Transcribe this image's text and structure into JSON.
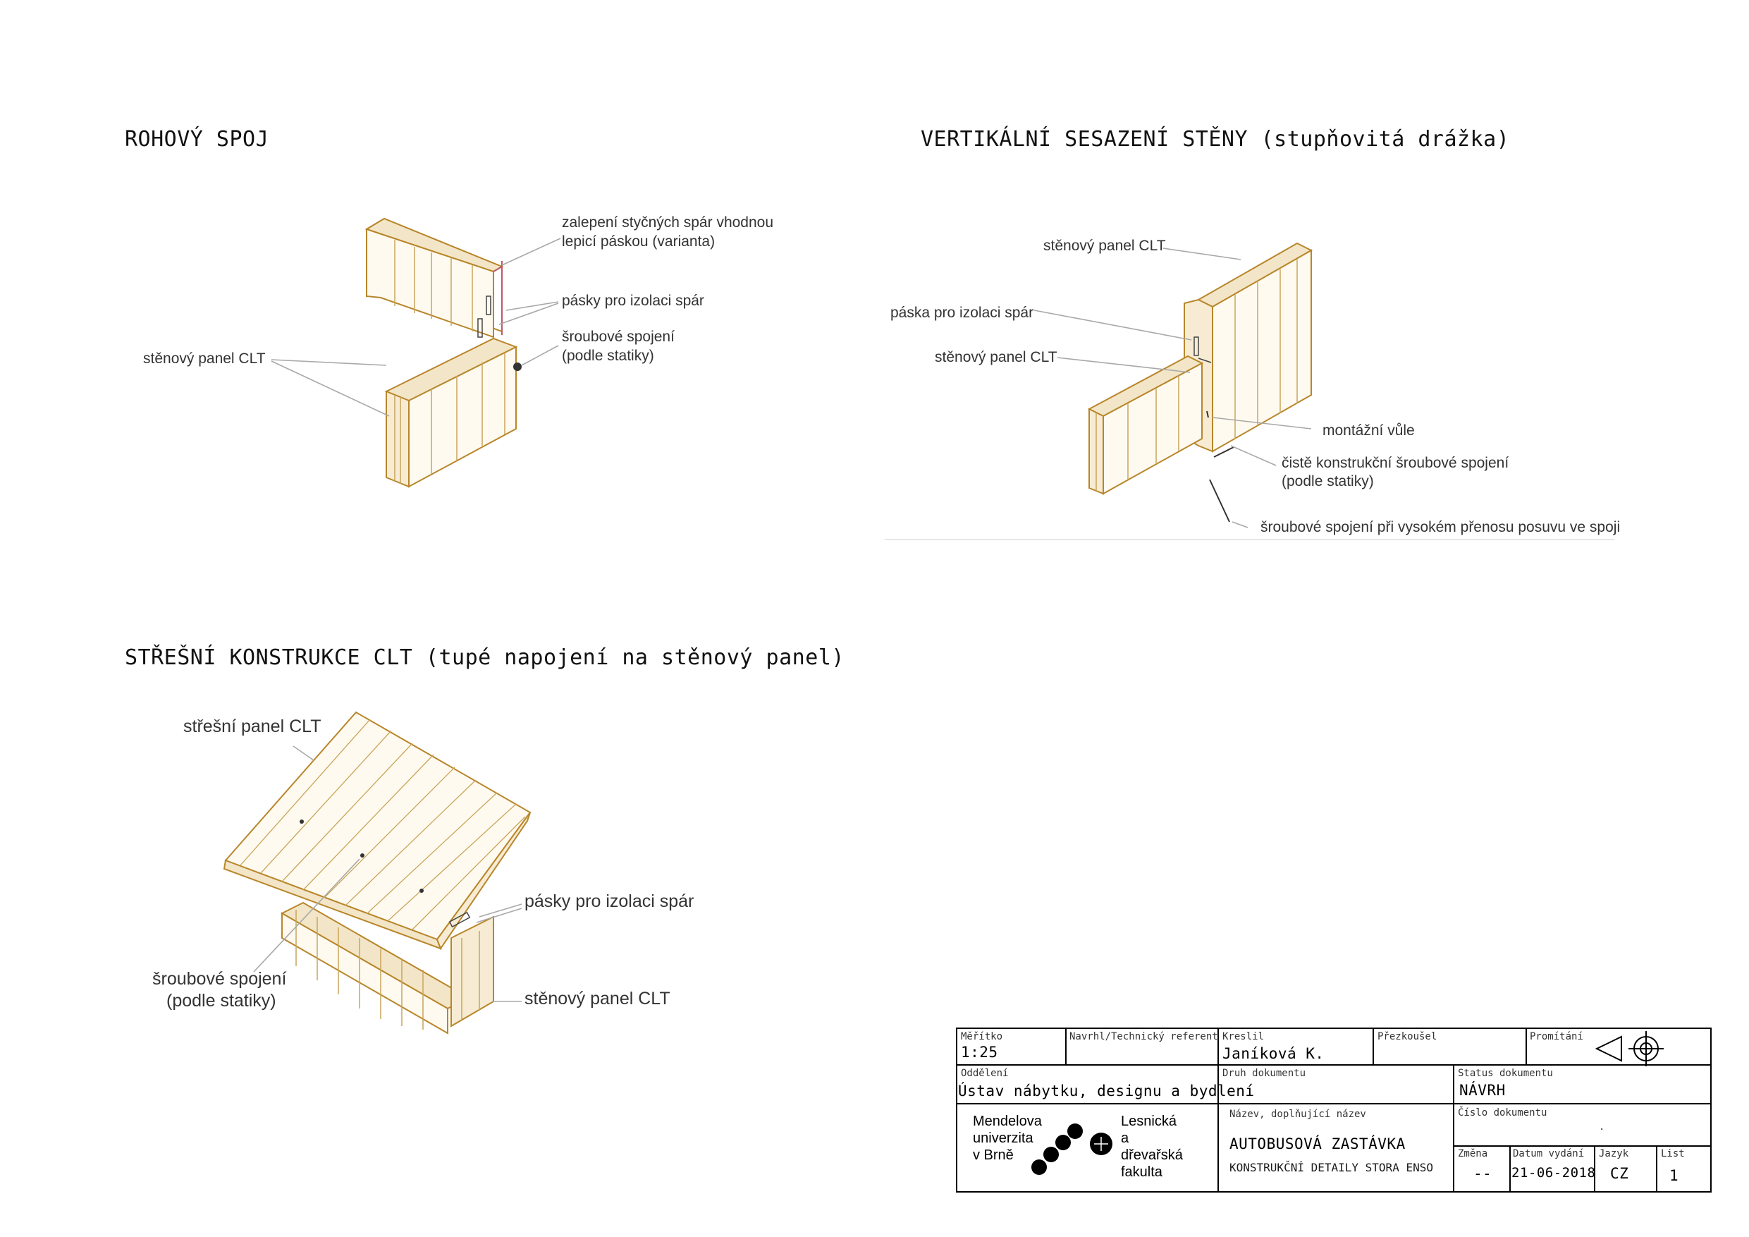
{
  "sections": {
    "corner": {
      "title": "ROHOVÝ SPOJ",
      "labels": {
        "tape_glue_1": "zalepení styčných spár vhodnou",
        "tape_glue_2": "lepicí páskou (varianta)",
        "strips": "pásky pro izolaci spár",
        "screw_1": "šroubové spojení",
        "screw_2": "(podle statiky)",
        "panel": "stěnový panel CLT"
      }
    },
    "vertical": {
      "title": "VERTIKÁLNÍ SESAZENÍ STĚNY (stupňovitá drážka)",
      "labels": {
        "panel_top": "stěnový panel CLT",
        "strip": "páska pro izolaci spár",
        "panel_left": "stěnový panel CLT",
        "clearance": "montážní vůle",
        "screw_1": "čistě konstrukční šroubové spojení",
        "screw_2": "(podle statiky)",
        "screw_high": "šroubové spojení při vysokém přenosu posuvu ve spoji"
      }
    },
    "roof": {
      "title": "STŘEŠNÍ KONSTRUKCE CLT (tupé napojení na stěnový panel)",
      "labels": {
        "roof_panel": "střešní panel CLT",
        "strips": "pásky pro izolaci spár",
        "screw_1": "šroubové spojení",
        "screw_2": "(podle statiky)",
        "wall_panel": "stěnový panel CLT"
      }
    }
  },
  "title_block": {
    "scale_label": "Měřítko",
    "scale": "1:25",
    "designer_label": "Navrhl/Technický referent",
    "drawn_label": "Kreslil",
    "drawn": "Janíková K.",
    "checked_label": "Přezkoušel",
    "projection_label": "Promítání",
    "department_label": "Oddělení",
    "department": "Ústav nábytku, designu a bydlení",
    "doc_type_label": "Druh dokumentu",
    "status_label": "Status dokumentu",
    "status": "NÁVRH",
    "name_label": "Název, doplňující název",
    "name": "AUTOBUSOVÁ ZASTÁVKA",
    "subname": "KONSTRUKČNÍ DETAILY STORA ENSO",
    "doc_number_label": "Číslo dokumentu",
    "doc_number": ".",
    "change_label": "Změna",
    "change": "--",
    "date_label": "Datum vydání",
    "date": "21-06-2018",
    "lang_label": "Jazyk",
    "lang": "CZ",
    "sheet_label": "List",
    "sheet": "1",
    "university_1": "Mendelova",
    "university_2": "univerzita",
    "university_3": "v Brně",
    "faculty_1": "Lesnická",
    "faculty_2": "a",
    "faculty_3": "dřevařská",
    "faculty_4": "fakulta"
  },
  "colors": {
    "wood_edge": "#b8862a",
    "wood_line": "#c9a55a",
    "wood_fill": "#fbf4e6",
    "leader": "#a8a8a8",
    "tape": "#c0566a"
  }
}
